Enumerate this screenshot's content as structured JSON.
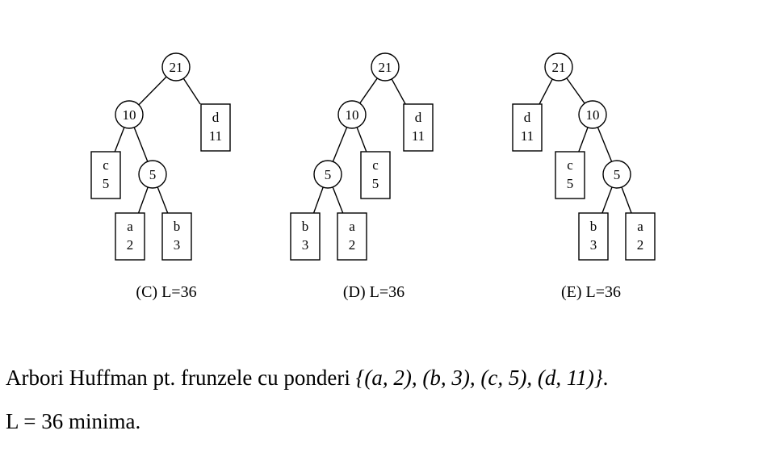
{
  "trees": [
    {
      "caption": "(C) L=36",
      "nodes": [
        {
          "id": "r",
          "kind": "internal",
          "weight": "21"
        },
        {
          "id": "n10",
          "kind": "internal",
          "weight": "10"
        },
        {
          "id": "d",
          "kind": "leaf",
          "label": "d",
          "weight": "11"
        },
        {
          "id": "c",
          "kind": "leaf",
          "label": "c",
          "weight": "5"
        },
        {
          "id": "n5",
          "kind": "internal",
          "weight": "5"
        },
        {
          "id": "a",
          "kind": "leaf",
          "label": "a",
          "weight": "2"
        },
        {
          "id": "b",
          "kind": "leaf",
          "label": "b",
          "weight": "3"
        }
      ],
      "edges": [
        [
          "r",
          "n10"
        ],
        [
          "r",
          "d"
        ],
        [
          "n10",
          "c"
        ],
        [
          "n10",
          "n5"
        ],
        [
          "n5",
          "a"
        ],
        [
          "n5",
          "b"
        ]
      ]
    },
    {
      "caption": "(D) L=36",
      "nodes": [
        {
          "id": "r",
          "kind": "internal",
          "weight": "21"
        },
        {
          "id": "n10",
          "kind": "internal",
          "weight": "10"
        },
        {
          "id": "d",
          "kind": "leaf",
          "label": "d",
          "weight": "11"
        },
        {
          "id": "n5",
          "kind": "internal",
          "weight": "5"
        },
        {
          "id": "c",
          "kind": "leaf",
          "label": "c",
          "weight": "5"
        },
        {
          "id": "b",
          "kind": "leaf",
          "label": "b",
          "weight": "3"
        },
        {
          "id": "a",
          "kind": "leaf",
          "label": "a",
          "weight": "2"
        }
      ],
      "edges": [
        [
          "r",
          "n10"
        ],
        [
          "r",
          "d"
        ],
        [
          "n10",
          "n5"
        ],
        [
          "n10",
          "c"
        ],
        [
          "n5",
          "b"
        ],
        [
          "n5",
          "a"
        ]
      ]
    },
    {
      "caption": "(E) L=36",
      "nodes": [
        {
          "id": "r",
          "kind": "internal",
          "weight": "21"
        },
        {
          "id": "d",
          "kind": "leaf",
          "label": "d",
          "weight": "11"
        },
        {
          "id": "n10",
          "kind": "internal",
          "weight": "10"
        },
        {
          "id": "c",
          "kind": "leaf",
          "label": "c",
          "weight": "5"
        },
        {
          "id": "n5",
          "kind": "internal",
          "weight": "5"
        },
        {
          "id": "b",
          "kind": "leaf",
          "label": "b",
          "weight": "3"
        },
        {
          "id": "a",
          "kind": "leaf",
          "label": "a",
          "weight": "2"
        }
      ],
      "edges": [
        [
          "r",
          "d"
        ],
        [
          "r",
          "n10"
        ],
        [
          "n10",
          "c"
        ],
        [
          "n10",
          "n5"
        ],
        [
          "n5",
          "b"
        ],
        [
          "n5",
          "a"
        ]
      ]
    }
  ],
  "description": {
    "line1_prefix": "Arbori Huffman pt. frunzele cu ponderi ",
    "line1_set": "{(a, 2), (b, 3), (c, 5), (d, 11)}",
    "line1_suffix": ".",
    "line2": "L = 36 minima."
  }
}
